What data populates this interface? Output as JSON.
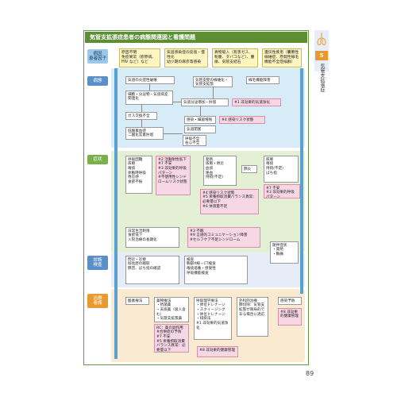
{
  "title": "気管支拡張症患者の病態関連図と看護問題",
  "labels": {
    "cause": "病因\n患者因子",
    "pathology": "病態",
    "symptoms": "症状",
    "diagnosis": "診断\n検査",
    "treatment": "治療\n看護"
  },
  "causes": [
    {
      "text": "原因不明\n免疫異常（膠原病、HIV など）など"
    },
    {
      "text": "気道感染症の反復・慢性化\n幼少期の麻疹等感染"
    },
    {
      "text": "異物吸入（有害ガス、粉塵、タバコなど）、腫瘍、気管支結石"
    },
    {
      "text": "遺伝性疾患（囊胞性線維症、原発性線毛機能不全症候群）"
    }
  ],
  "pathology": {
    "chronic_inflammation": "気道の炎症性破壊",
    "mucus": "気管支壁の線維化・気管支拡張",
    "cilia": "線毛機能障害",
    "cycle": "細胞・分泌物・気道病変\n関連化",
    "secretion": "気道分泌増加・貯留",
    "infection_cycle": "#1 非効果的気道浄化",
    "gas": "ガス交換不全",
    "infection": "感染・細菌増殖",
    "infection_risk": "#4 感染リスク状態",
    "shunt": "気道閉塞",
    "hypoxemia": "低酸素血症\n二酸化炭素貯留",
    "resp_failure": "呼吸不全\n右心不全"
  },
  "symptoms": {
    "resp": [
      "呼吸困難",
      "咳嗽",
      "喀痰",
      "体動時呼吸",
      "倦怠感",
      "食欲不振"
    ],
    "resp_nursing": "#2 活動耐性低下\n#7 不安\n#3 非効果的呼吸パターン\n#不使用性シンドロームリスク状態",
    "fever": [
      "発熱",
      "咳嗽・倦怠",
      "血痰",
      "咯血",
      "持続(不定)"
    ],
    "hemoptysis": "肺炎",
    "infection_nursing": "#4 感染リスク状態\n#5 栄養摂取消費バランス異常：必要量以下\n#6 体液量不足",
    "general": [
      "咳嗽",
      "喀痰",
      "持続(不定)",
      "ばち指"
    ],
    "general_nursing": "#7 不安\n#3 非効果的呼吸パターン"
  },
  "daily": {
    "items": [
      "日常生活制限",
      "食欲低下",
      "入院治療の長期化"
    ],
    "nursing": "#3 不眠\n#9 言語的コミュニケーション障害\n#セルフケア不足シンドローム",
    "side": "随伴症状\n・発熱\n・胸痛"
  },
  "diagnosis": {
    "interview": "問診・診察\n既往歴の聴取\n肺音、ばち指の確認",
    "tests": "検査\n胸部X線・CT検査\n喀痰培養・感受性\n呼吸機能検査"
  },
  "treatment": {
    "rest": "酸素療法",
    "drugs": "薬物療法\n・抗菌薬\n・去痰薬（吸入含む）\n・気管支拡張薬",
    "drugs_nursing": "RC：薬の副作用\n#合併症の予防\n#7 不安\n#5 栄養摂取消費バランス異常：必要量以下",
    "resp_care": "呼吸理学療法\n・体位ドレナージ\n・スクイージング\n・体位ドレナージ\n・排痰法\n#1 非効果的気道浄化",
    "surgery": "外科的治療\n肺切除：気管支拡張が限局的である場合に適応",
    "surgery_nursing": "#8 非効果的健康管理",
    "prevent": "感染予防",
    "prevent_nursing": "#8 非効果的健康管理"
  },
  "side": {
    "chapter": "5",
    "chapter_title": "気管支拡張症"
  },
  "page_number": "89"
}
